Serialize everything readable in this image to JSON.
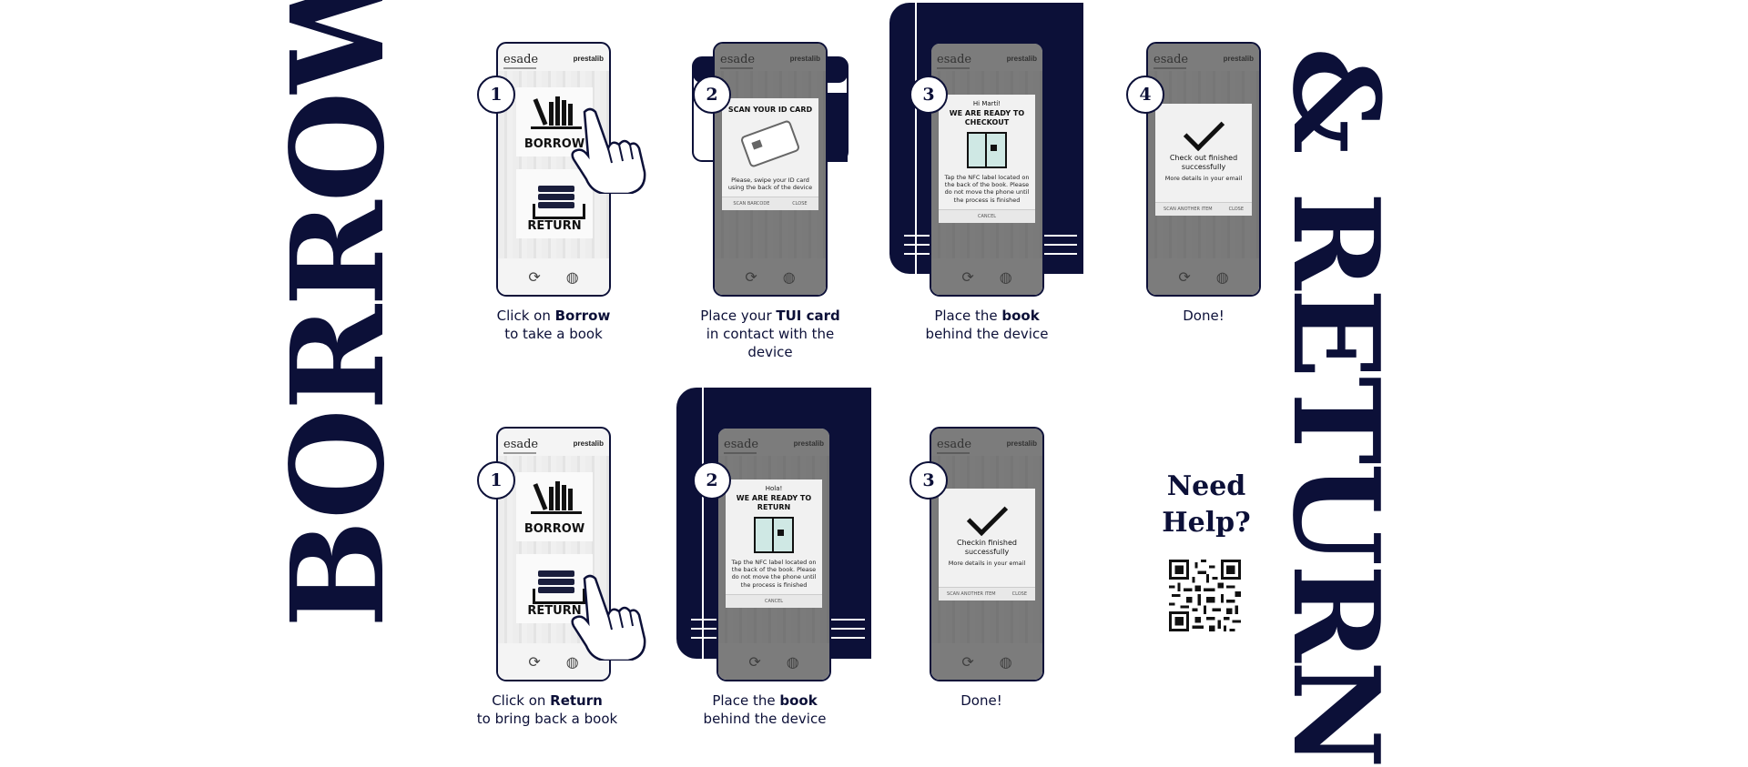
{
  "side_titles": {
    "left": "BORROW",
    "right": "& RETURN"
  },
  "phone": {
    "brand_left": "esade",
    "brand_right": "prestalib",
    "tile_borrow": "BORROW",
    "tile_return": "RETURN"
  },
  "borrow_steps": [
    {
      "number": "1",
      "caption_pre": "Click on ",
      "caption_bold": "Borrow",
      "caption_post": "to take a book"
    },
    {
      "number": "2",
      "caption_pre": "Place your ",
      "caption_bold": "TUI card",
      "caption_post": "in contact with the device",
      "modal": {
        "title": "SCAN YOUR ID CARD",
        "body": "Please, swipe your ID card using the back of the device",
        "btn_left": "SCAN BARCODE",
        "btn_right": "CLOSE"
      }
    },
    {
      "number": "3",
      "caption_pre": "Place the ",
      "caption_bold": "book",
      "caption_post": "behind the device",
      "modal": {
        "greeting": "Hi Martí!",
        "title": "WE ARE READY TO CHECKOUT",
        "body": "Tap the NFC label located on the back of the book. Please do not move the phone until the process is finished",
        "btn": "CANCEL"
      }
    },
    {
      "number": "4",
      "caption_text": "Done!",
      "modal": {
        "line1": "Check out finished successfully",
        "line2": "More details in your email",
        "btn_left": "SCAN ANOTHER ITEM",
        "btn_right": "CLOSE"
      }
    }
  ],
  "return_steps": [
    {
      "number": "1",
      "caption_pre": "Click on ",
      "caption_bold": "Return",
      "caption_post": "to bring back a book"
    },
    {
      "number": "2",
      "caption_pre": "Place the ",
      "caption_bold": "book",
      "caption_post": "behind the device",
      "modal": {
        "greeting": "Hola!",
        "title": "WE ARE READY TO RETURN",
        "body": "Tap the NFC label located on the back of the book. Please do not move the phone until the process is finished",
        "btn": "CANCEL"
      }
    },
    {
      "number": "3",
      "caption_text": "Done!",
      "modal": {
        "line1": "Checkin finished successfully",
        "line2": "More details in your email",
        "btn_left": "SCAN ANOTHER ITEM",
        "btn_right": "CLOSE"
      }
    }
  ],
  "help": {
    "line1": "Need",
    "line2": "Help?"
  },
  "icons": {
    "nav_left": "sync-icon",
    "nav_right": "globe-icon",
    "pointer": "hand-pointer-icon",
    "qr": "qr-code-icon"
  },
  "colors": {
    "navy": "#0c1038",
    "background": "#ffffff"
  }
}
